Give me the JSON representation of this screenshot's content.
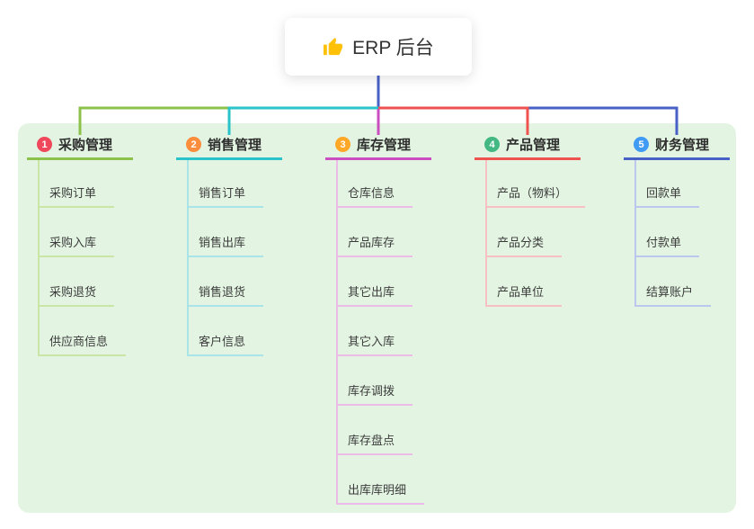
{
  "root": {
    "label": "ERP 后台",
    "icon": "thumbs-up-icon",
    "icon_color": "#ffc107"
  },
  "panel": {
    "bg": "#e3f5e2"
  },
  "branches": [
    {
      "badge": "1",
      "label": "采购管理",
      "color": "#8cc14b",
      "light": "#c9e6a4",
      "badge_color": "#f0485b",
      "children": [
        "采购订单",
        "采购入库",
        "采购退货",
        "供应商信息"
      ]
    },
    {
      "badge": "2",
      "label": "销售管理",
      "color": "#2ac3c9",
      "light": "#a9e5e8",
      "badge_color": "#fb8d3c",
      "children": [
        "销售订单",
        "销售出库",
        "销售退货",
        "客户信息"
      ]
    },
    {
      "badge": "3",
      "label": "库存管理",
      "color": "#cb4ec0",
      "light": "#ecbbe7",
      "badge_color": "#ffa726",
      "children": [
        "仓库信息",
        "产品库存",
        "其它出库",
        "其它入库",
        "库存调拨",
        "库存盘点",
        "出库库明细"
      ]
    },
    {
      "badge": "4",
      "label": "产品管理",
      "color": "#ef5350",
      "light": "#f7bfc2",
      "badge_color": "#43b883",
      "children": [
        "产品（物料）",
        "产品分类",
        "产品单位"
      ]
    },
    {
      "badge": "5",
      "label": "财务管理",
      "color": "#4861c6",
      "light": "#bcc7ee",
      "badge_color": "#3f9bf4",
      "children": [
        "回款单",
        "付款单",
        "结算账户"
      ]
    }
  ]
}
